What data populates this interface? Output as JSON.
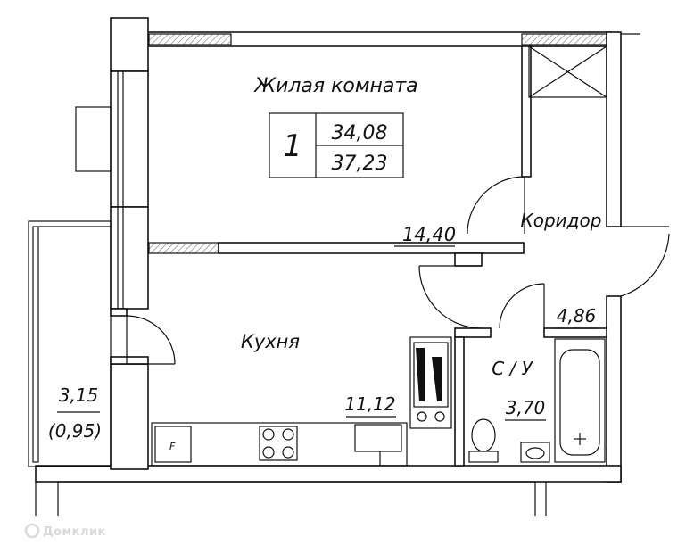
{
  "rooms": {
    "living": {
      "name": "Жилая комната",
      "area": "14,40"
    },
    "corridor": {
      "name": "Коридор",
      "area": "4,86"
    },
    "kitchen": {
      "name": "Кухня",
      "area": "11,12"
    },
    "bathroom": {
      "name": "С / У",
      "area": "3,70"
    },
    "balcony": {
      "area": "3,15",
      "area_reduced": "(0,95)"
    }
  },
  "apartment": {
    "rooms_count": "1",
    "living_area": "34,08",
    "total_area": "37,23"
  },
  "fridge_label": "F",
  "watermark": "Домклик",
  "colors": {
    "line": "#111111",
    "hatch": "#888888",
    "watermark": "#d9d9d9"
  }
}
